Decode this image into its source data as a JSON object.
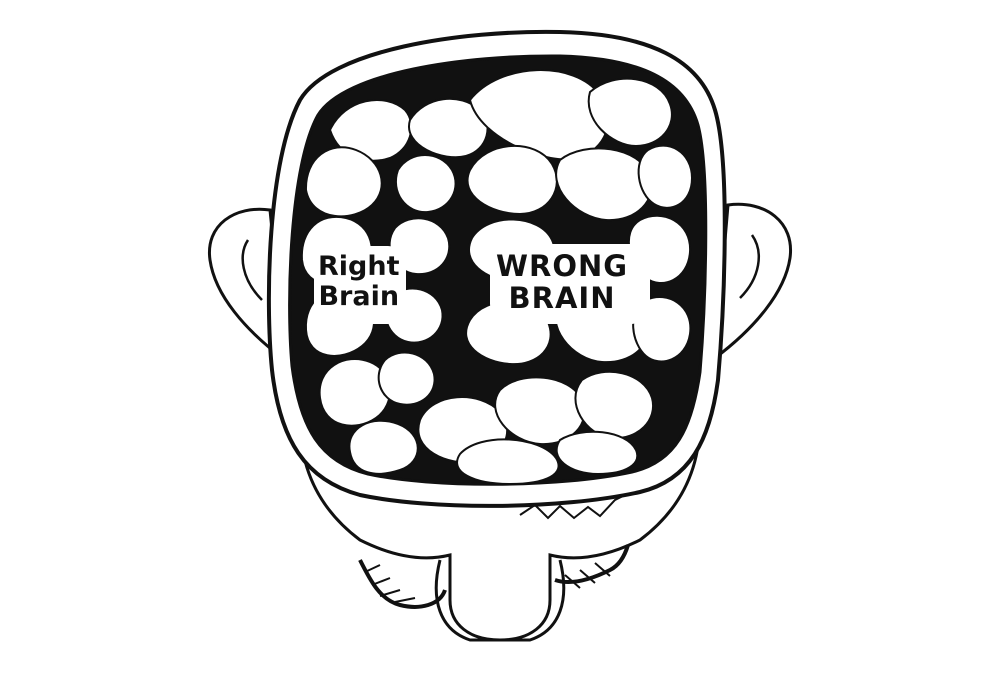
{
  "labels": {
    "right_brain": {
      "line1": "Right",
      "line2": "Brain"
    },
    "wrong_brain": {
      "line1": "WRONG",
      "line2": "BRAIN"
    }
  },
  "colors": {
    "background": "#ffffff",
    "ink": "#111111"
  }
}
